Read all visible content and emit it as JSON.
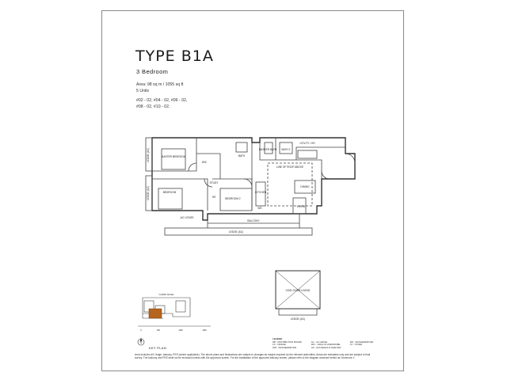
{
  "unit": {
    "title": "TYPE B1A",
    "bedrooms": "3 Bedroom",
    "area": "Area: 98 sq m / 1055 sq ft",
    "units_count": "5 Units",
    "unit_numbers_line1": "#02 - 02, #04 - 02, #06 - 02,",
    "unit_numbers_line2": "#08 - 02, #10 - 02."
  },
  "rooms": {
    "ledge_top": "LEDGE (AC)",
    "ledge_mid": "LEDGE (AC)",
    "master_bedroom": "MASTER BEDROOM",
    "bedroom_left": "BEDROOM",
    "bedroom_2": "BEDROOM 2",
    "wic": "WIC",
    "master_bath": "MASTER BATH",
    "bath_2": "BATH 2",
    "utility": "UTILITY / HS",
    "dining": "DINING",
    "living": "LIVING",
    "kitchen": "KITCHEN",
    "line_of_roof": "LINE OF ROOF ABOVE",
    "ac_ledge": "A/C LEDGE",
    "balcony": "BALCONY",
    "ledge_bottom": "LEDGE (AC)",
    "study": "STUDY",
    "hs": "HS",
    "ws": "WS",
    "bath_small": "BATH",
    "void_living": "VOID OVER LIVING",
    "ledge_void": "LEDGE (AC)"
  },
  "keyplan": {
    "road_label": "CURRY ROAD",
    "scale_0": "0",
    "scale_1": "5M",
    "scale_2": "10M",
    "scale_3": "15M",
    "label": "KEY PLAN",
    "north": "N"
  },
  "legend": {
    "heading": "LEGEND:",
    "items": [
      "DB - DISTRIBUTION BOARD",
      "FC - FRIDGE",
      "WM - WASHER/DRYER",
      "AC - AC LEDGE",
      "WIC - WALK-IN WARDROBE",
      "HS - HOUSEHOLD SHELTER",
      "WS - WASHER/DRYER",
      "ST - STORE"
    ]
  },
  "footnote": "Area includes A/C ledge, balcony, PES (where applicable). The above plans and illustrations are subject to changes as maybe required by the relevant authorities. Areas are estimates only and are subject to final survey. The balcony and PES shall not be enclosed unless with the approved screen. For the installation of the approved balcony screen, please refer to the diagram annexed hereto as 'Annexure 1'.",
  "colors": {
    "highlight_unit": "#b5651d",
    "line": "#333333",
    "border": "#8a8a8a"
  }
}
